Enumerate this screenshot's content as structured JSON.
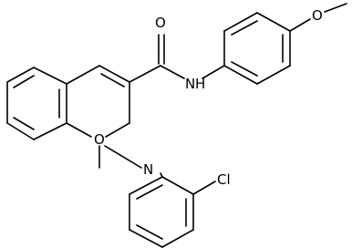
{
  "structure": {
    "atom_labels": {
      "carbonyl_oxygen": "O",
      "amide_nitrogen": "N",
      "amide_hydrogen": "H",
      "methoxy_oxygen": "O",
      "ring_oxygen": "O",
      "imine_nitrogen": "N",
      "chlorine": "Cl"
    }
  }
}
